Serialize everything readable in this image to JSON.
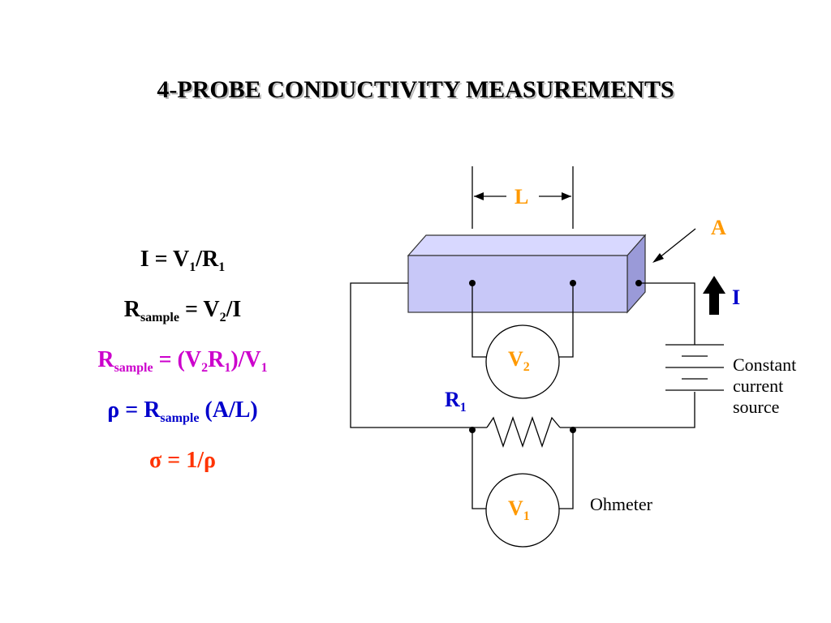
{
  "title": "4-PROBE CONDUCTIVITY MEASUREMENTS",
  "formulas": {
    "f1": {
      "a": "I = V",
      "s1": "1",
      "b": "/R",
      "s2": "1",
      "color": "#000000"
    },
    "f2": {
      "a": "R",
      "s1": "sample",
      "b": " = V",
      "s2": "2",
      "c": "/I",
      "color": "#000000"
    },
    "f3": {
      "a": "R",
      "s1": "sample",
      "b": " = (V",
      "s2": "2",
      "c": "R",
      "s3": "1",
      "d": ")/V",
      "s4": "1",
      "color": "#cc00cc"
    },
    "f4": {
      "a": "ρ = R",
      "s1": "sample",
      "b": " (A/L)",
      "color": "#0000cc"
    },
    "f5": {
      "a": "σ = 1/ρ",
      "color": "#ff3300"
    }
  },
  "diagram": {
    "length_label": "L",
    "area_label": "A",
    "current_label": "I",
    "v2": {
      "main": "V",
      "sub": "2"
    },
    "v1": {
      "main": "V",
      "sub": "1"
    },
    "r1": {
      "main": "R",
      "sub": "1"
    },
    "source_label": [
      "Constant",
      "current",
      "source"
    ],
    "ohmeter_label": "Ohmeter",
    "colors": {
      "sample_face": "#c8c8f8",
      "sample_top": "#d8d8ff",
      "sample_side": "#9a9ad8",
      "voltmeter_label": "#ff9900",
      "area_label": "#ff9900",
      "r1_label": "#0000cc",
      "current_label": "#0000cc"
    }
  }
}
